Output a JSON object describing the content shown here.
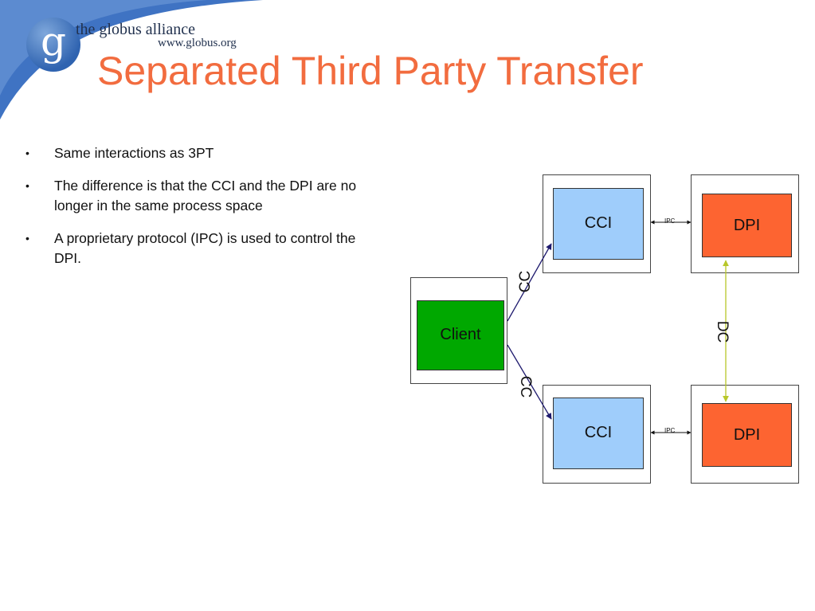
{
  "header": {
    "brand_name": "the globus alliance",
    "brand_url": "www.globus.org",
    "logo_letter": "g"
  },
  "slide": {
    "title": "Separated Third Party Transfer",
    "bullets": [
      "Same interactions as 3PT",
      "The difference is that the CCI and the DPI are no longer in the same process space",
      "A proprietary protocol (IPC) is used to control the DPI."
    ]
  },
  "diagram": {
    "client_label": "Client",
    "cci_top_label": "CCI",
    "cci_bottom_label": "CCI",
    "dpi_top_label": "DPI",
    "dpi_bottom_label": "DPI",
    "cc_top_label": "CC",
    "cc_bottom_label": "CC",
    "dc_label": "DC",
    "ipc_top_label": "IPC",
    "ipc_bottom_label": "IPC",
    "colors": {
      "client": "#00a800",
      "cci": "#9fcdfb",
      "dpi": "#fd6431",
      "control_channel": "#1e1a6e",
      "data_channel": "#b8c72a",
      "title": "#f26c3f"
    }
  }
}
